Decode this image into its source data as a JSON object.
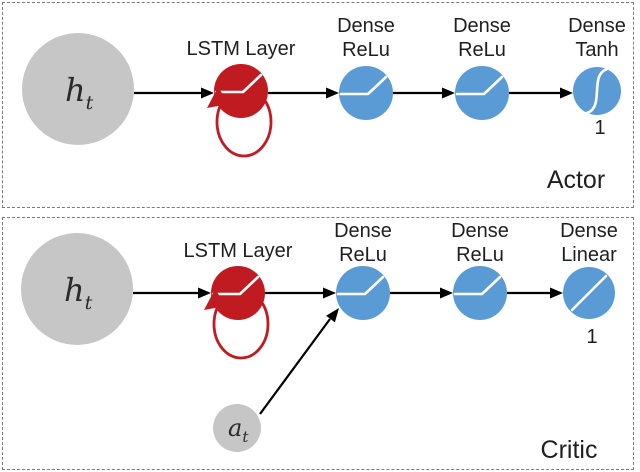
{
  "colors": {
    "state_node": "#c6c6c6",
    "lstm_node": "#c01b21",
    "dense_node": "#5b9bd5",
    "arrow": "#000000",
    "panel_border": "#7a7a7a"
  },
  "actor_panel": {
    "panel_label": "Actor",
    "input_node": {
      "symbol": "h",
      "subscript": "t"
    },
    "lstm_label": "LSTM Layer",
    "layer1": {
      "title_line1": "Dense",
      "title_line2": "ReLu",
      "icon": "relu-curve"
    },
    "layer2": {
      "title_line1": "Dense",
      "title_line2": "ReLu",
      "icon": "relu-curve"
    },
    "layer3": {
      "title_line1": "Dense",
      "title_line2": "Tanh",
      "icon": "tanh-curve",
      "units": "1"
    }
  },
  "critic_panel": {
    "panel_label": "Critic",
    "input_node": {
      "symbol": "h",
      "subscript": "t"
    },
    "action_node": {
      "symbol": "a",
      "subscript": "t"
    },
    "lstm_label": "LSTM Layer",
    "layer1": {
      "title_line1": "Dense",
      "title_line2": "ReLu",
      "icon": "relu-curve"
    },
    "layer2": {
      "title_line1": "Dense",
      "title_line2": "ReLu",
      "icon": "relu-curve"
    },
    "layer3": {
      "title_line1": "Dense",
      "title_line2": "Linear",
      "icon": "linear-line",
      "units": "1"
    }
  }
}
